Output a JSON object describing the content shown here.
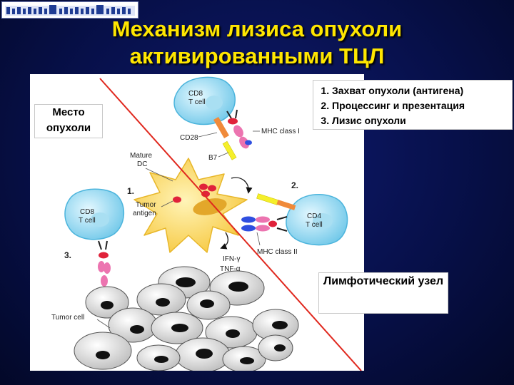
{
  "title_line1": "Механизм лизиса опухоли",
  "title_line2": "активированными ТЦЛ",
  "tumor_site": "Место опухоли",
  "lymph_node": "Лимфотический узел",
  "steps": [
    "Захват опухоли (антигена)",
    "Процессинг и презентация",
    "Лизис опухоли"
  ],
  "labels": {
    "cd8_top": "CD8",
    "tcell_top": "T cell",
    "cd28": "CD28",
    "mhc1": "MHC class I",
    "b7": "B7",
    "mature": "Mature",
    "dc": "DC",
    "num1": "1.",
    "num2": "2.",
    "num3": "3.",
    "tumor": "Tumor",
    "antigen": "antigen",
    "cd8_left": "CD8",
    "tcell_left": "T cell",
    "cd4": "CD4",
    "tcell_cd4": "T cell",
    "mhc2": "MHC class II",
    "ifn": "IFN-γ",
    "tnf": "TNF-α",
    "tumor_cell": "Tumor cell"
  },
  "colors": {
    "title": "#ffe600",
    "tcell": "#7fd3ef",
    "dc": "#ffd24a",
    "diagonal": "#e0281e"
  }
}
